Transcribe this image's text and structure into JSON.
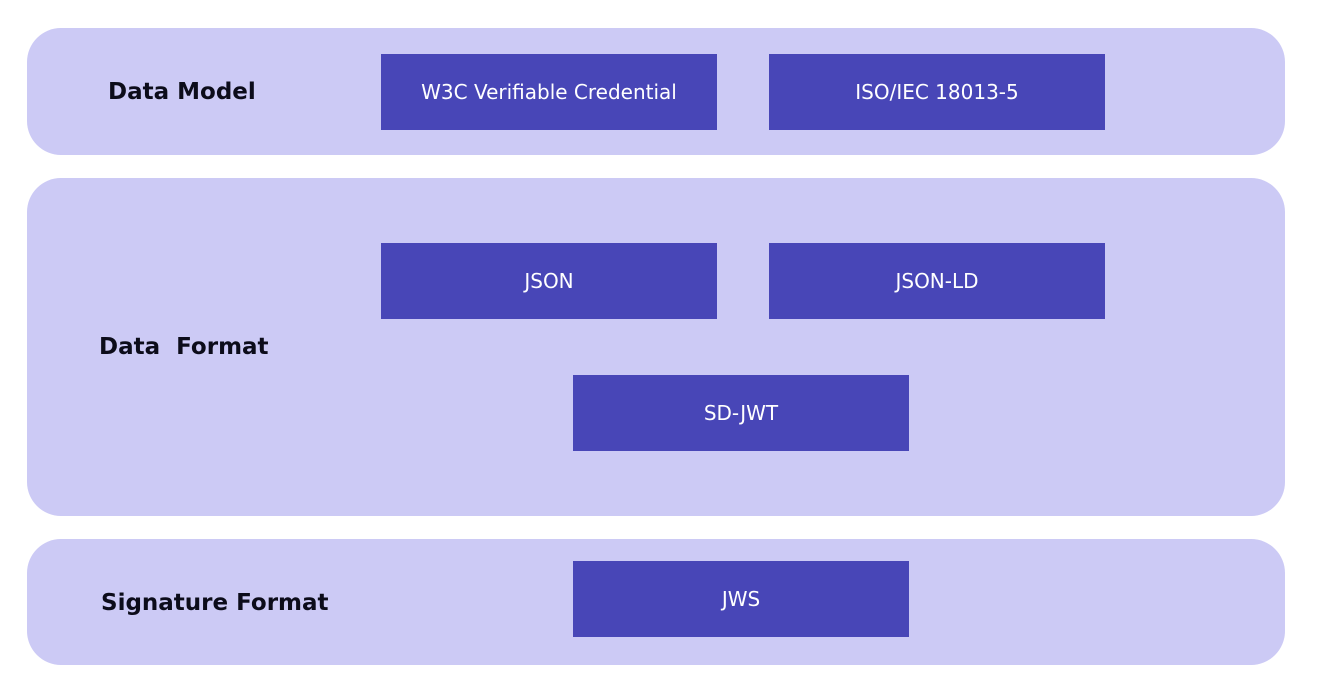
{
  "layers": [
    {
      "label": "Data Model",
      "items": [
        "W3C Verifiable Credential",
        "ISO/IEC 18013-5"
      ]
    },
    {
      "label": "Data  Format",
      "items": [
        "JSON",
        "JSON-LD",
        "SD-JWT"
      ]
    },
    {
      "label": "Signature Format",
      "items": [
        "JWS"
      ]
    }
  ],
  "colors": {
    "layer_background": "#cccaf5",
    "box_background": "#4846b7",
    "box_text": "#ffffff",
    "label_text": "#0c0c1a"
  }
}
